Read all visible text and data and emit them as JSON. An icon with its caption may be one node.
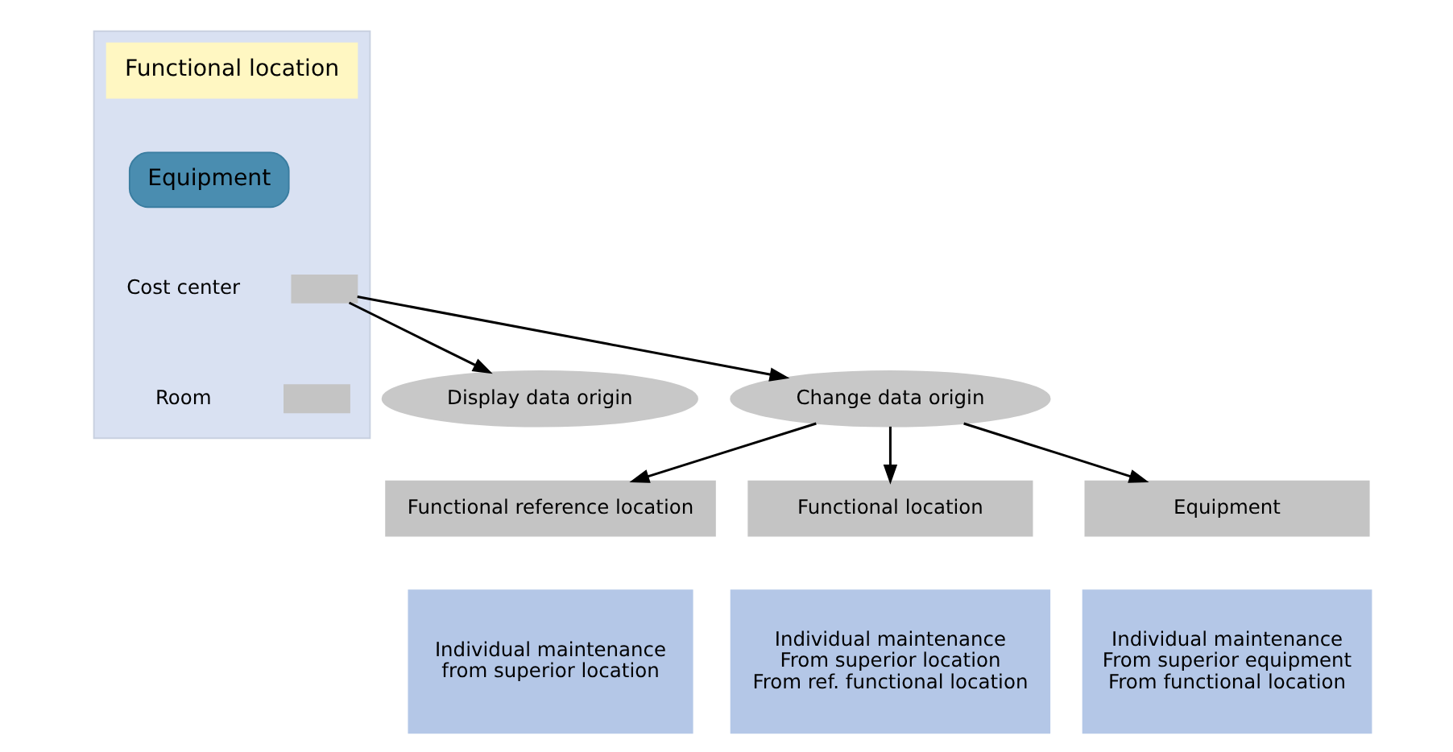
{
  "diagram": {
    "nodes": [
      {
        "text": [],
        "shape": "box"
      },
      {
        "text": [
          "Functional location"
        ],
        "in": 0
      },
      {
        "text": [
          "Equipment"
        ],
        "in": 0
      },
      {
        "text": [
          "Cost center"
        ],
        "in": 0
      },
      {
        "text": [],
        "shape": "box",
        "in": 0
      },
      {
        "text": [
          "Room"
        ],
        "in": 0
      },
      {
        "text": [],
        "shape": "box",
        "in": 0
      },
      {
        "text": [
          "Display data origin"
        ]
      },
      {
        "text": [
          "Change data origin"
        ]
      },
      {
        "text": [
          "Functional reference location"
        ]
      },
      {
        "text": [
          "Functional location"
        ]
      },
      {
        "text": [
          "Equipment"
        ]
      },
      {
        "text": [
          "Individual maintenance",
          "from superior location"
        ]
      },
      {
        "text": [
          "Individual maintenance",
          "From superior location",
          "From ref. functional location"
        ]
      },
      {
        "text": [
          "Individual maintenance",
          "From superior equipment",
          "From functional location"
        ]
      }
    ],
    "edges": [
      {
        "from": 4,
        "to": 7,
        "arrow": "to"
      },
      {
        "from": 4,
        "to": 8,
        "arrow": "to"
      },
      {
        "from": 8,
        "to": 9,
        "arrow": "to"
      },
      {
        "from": 8,
        "to": 10,
        "arrow": "to"
      },
      {
        "from": 8,
        "to": 11,
        "arrow": "to"
      }
    ]
  }
}
